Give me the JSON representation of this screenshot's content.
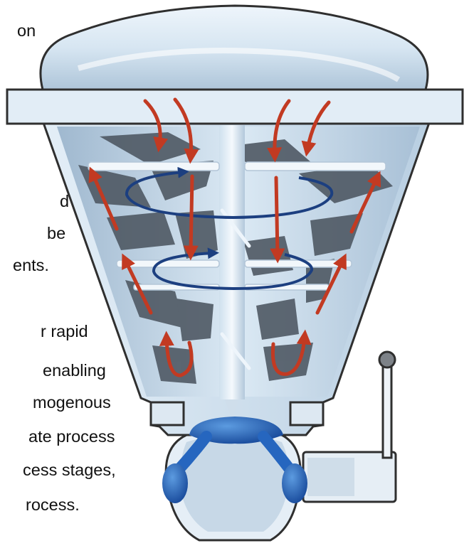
{
  "text_fragments": [
    "on",
    "d",
    "be",
    "ents.",
    "r  rapid",
    "enabling",
    "mogenous",
    "ate  process",
    "cess stages,",
    "rocess."
  ],
  "colors": {
    "flow_arrow": "#c23a22",
    "rotation_arrow": "#1c3f80",
    "valve_ball": "#1f5fb0",
    "vessel_light": "#d9e8f3",
    "vessel_mid": "#b7cde0",
    "vessel_shadow": "#56606c",
    "lid": "#d6e6f2",
    "handle_knob": "#7d8288"
  },
  "icons": {
    "flow_arrows": "red-curved-arrow",
    "rotation": "blue-rotation-ellipse",
    "valve": "blue-ball-valve",
    "lever": "valve-lever-handle"
  }
}
